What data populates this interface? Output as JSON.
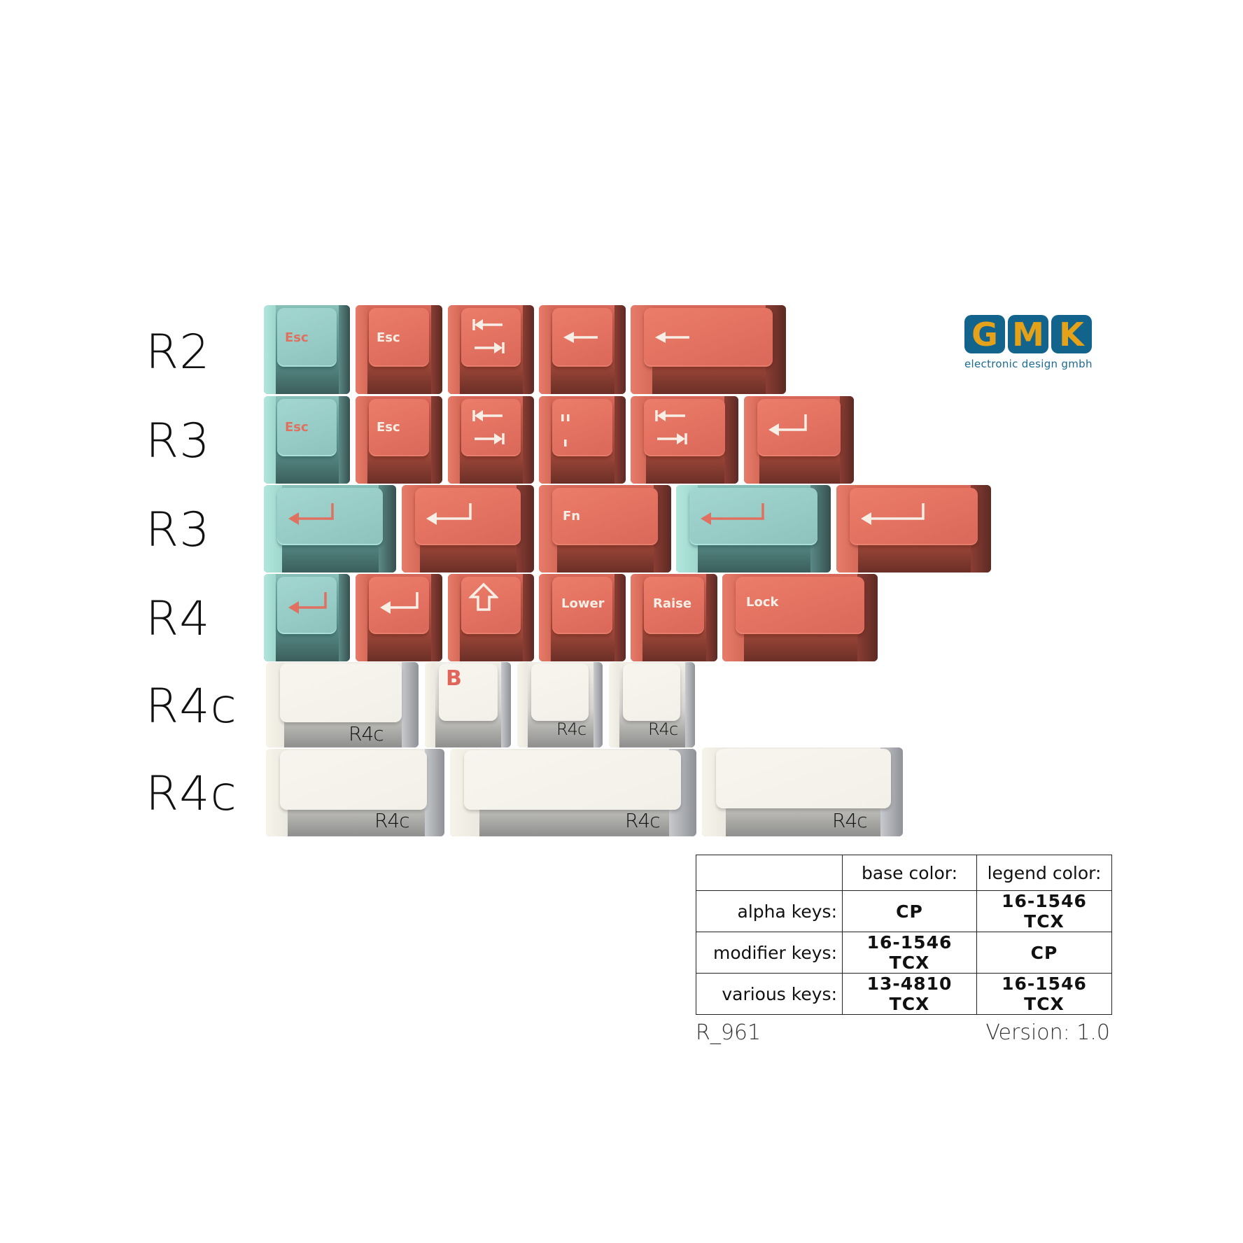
{
  "row_labels": [
    "R2",
    "R3",
    "R3",
    "R4",
    "R4c",
    "R4c"
  ],
  "colors": {
    "coral_base": "#e5725f",
    "teal_base": "#97cbc6",
    "white_base": "#f2f0e8",
    "coral_legend": "#e0705f",
    "white_legend": "#f7efe6",
    "logo_blue": "#12648c",
    "logo_gold": "#e3a21a"
  },
  "keys": {
    "r2": [
      {
        "legend": "Esc",
        "color": "teal"
      },
      {
        "legend": "Esc",
        "color": "coral"
      },
      {
        "legend": "tab-arrows",
        "color": "coral"
      },
      {
        "legend": "backspace-arrow",
        "color": "coral"
      },
      {
        "legend": "backspace-arrow",
        "color": "coral"
      }
    ],
    "r3a": [
      {
        "legend": "Esc",
        "color": "teal"
      },
      {
        "legend": "Esc",
        "color": "coral"
      },
      {
        "legend": "tab-arrows",
        "color": "coral"
      },
      {
        "legend": "\" '",
        "color": "coral"
      },
      {
        "legend": "tab-arrows",
        "color": "coral"
      },
      {
        "legend": "enter-arrow",
        "color": "coral"
      }
    ],
    "r3b": [
      {
        "legend": "enter-arrow",
        "color": "teal"
      },
      {
        "legend": "enter-arrow",
        "color": "coral"
      },
      {
        "legend": "Fn",
        "color": "coral"
      },
      {
        "legend": "enter-arrow",
        "color": "teal"
      },
      {
        "legend": "enter-arrow",
        "color": "coral"
      }
    ],
    "r4": [
      {
        "legend": "enter-arrow",
        "color": "teal"
      },
      {
        "legend": "enter-arrow",
        "color": "coral"
      },
      {
        "legend": "shift-arrow",
        "color": "coral"
      },
      {
        "legend": "Lower",
        "color": "coral"
      },
      {
        "legend": "Raise",
        "color": "coral"
      },
      {
        "legend": "Lock",
        "color": "coral"
      }
    ],
    "r4c_a": [
      {
        "legend": "",
        "tag": "R4c",
        "color": "white"
      },
      {
        "legend": "B",
        "tag": "",
        "color": "white"
      },
      {
        "legend": "",
        "tag": "R4c",
        "color": "white"
      },
      {
        "legend": "",
        "tag": "R4c",
        "color": "white"
      }
    ],
    "r4c_b": [
      {
        "legend": "",
        "tag": "R4c",
        "color": "white"
      },
      {
        "legend": "",
        "tag": "R4c",
        "color": "white"
      },
      {
        "legend": "",
        "tag": "R4c",
        "color": "white"
      }
    ]
  },
  "logo": {
    "letters": [
      "G",
      "M",
      "K"
    ],
    "subtitle": "electronic design gmbh"
  },
  "spec_table": {
    "headers": [
      "",
      "base color:",
      "legend color:"
    ],
    "rows": [
      {
        "label": "alpha keys:",
        "base": "CP",
        "legend": "16-1546 TCX"
      },
      {
        "label": "modifier keys:",
        "base": "16-1546 TCX",
        "legend": "CP"
      },
      {
        "label": "various keys:",
        "base": "13-4810 TCX",
        "legend": "16-1546 TCX"
      }
    ]
  },
  "footer": {
    "code": "R_961",
    "version": "Version: 1.0"
  }
}
